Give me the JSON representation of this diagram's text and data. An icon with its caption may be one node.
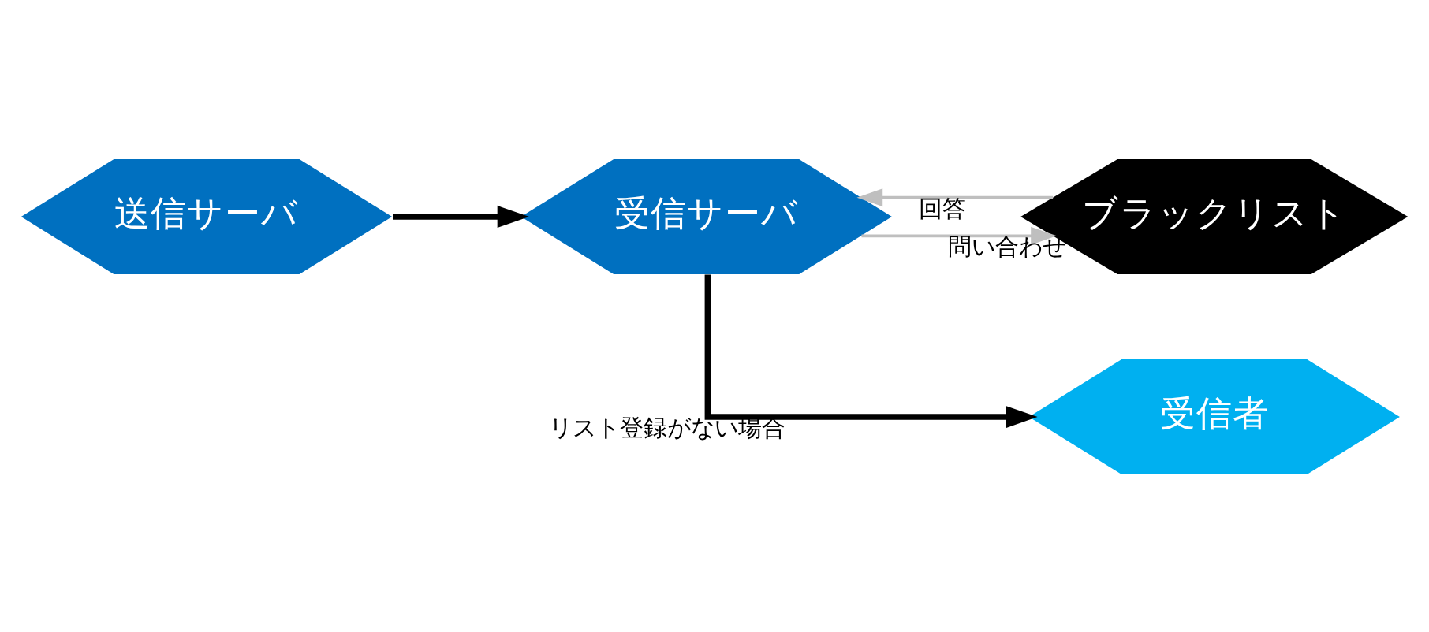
{
  "diagram": {
    "nodes": [
      {
        "text": [
          "送信サーバ"
        ]
      },
      {
        "text": [
          "受信サーバ"
        ]
      },
      {
        "text": [
          "ブラックリスト"
        ]
      },
      {
        "text": [
          "受信者"
        ]
      }
    ],
    "edges": [
      {
        "from": 0,
        "to": 1,
        "arrow": "to",
        "style": "thick"
      },
      {
        "from": 1,
        "to": 2,
        "arrow": "to",
        "label": "問い合わせ",
        "color": "#bfbfbf"
      },
      {
        "from": 2,
        "to": 1,
        "arrow": "to",
        "label": "回答",
        "color": "#bfbfbf"
      },
      {
        "from": 1,
        "to": 3,
        "arrow": "to",
        "label": "リスト登録がない場合",
        "style": "thick"
      }
    ]
  }
}
